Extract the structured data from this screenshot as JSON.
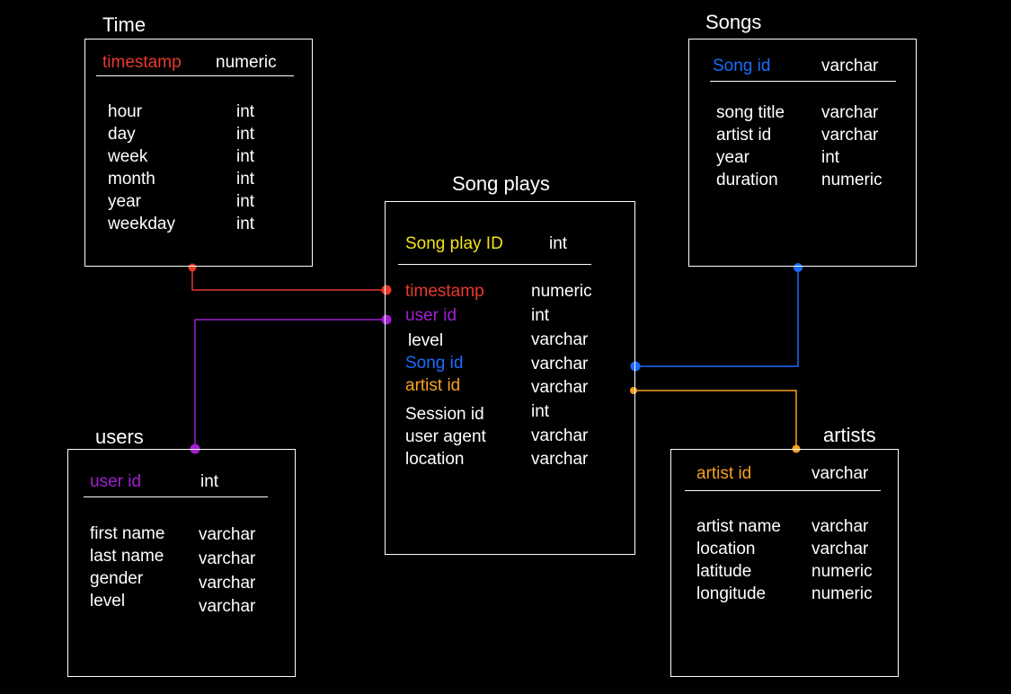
{
  "colors": {
    "background": "#000000",
    "text": "#ffffff",
    "timestamp": "#e8392c",
    "user": "#a020d0",
    "song": "#1a6bff",
    "artist": "#f5a01f",
    "songplay": "#f4e21a"
  },
  "tables": {
    "time": {
      "title": "Time",
      "key": {
        "name": "timestamp",
        "type": "numeric"
      },
      "fields": [
        {
          "name": "hour",
          "type": "int"
        },
        {
          "name": "day",
          "type": "int"
        },
        {
          "name": "week",
          "type": "int"
        },
        {
          "name": "month",
          "type": "int"
        },
        {
          "name": "year",
          "type": "int"
        },
        {
          "name": "weekday",
          "type": "int"
        }
      ]
    },
    "songs": {
      "title": "Songs",
      "key": {
        "name": "Song id",
        "type": "varchar"
      },
      "fields": [
        {
          "name": "song title",
          "type": "varchar"
        },
        {
          "name": "artist id",
          "type": "varchar"
        },
        {
          "name": "year",
          "type": "int"
        },
        {
          "name": "duration",
          "type": "numeric"
        }
      ]
    },
    "songplays": {
      "title": "Song plays",
      "key": {
        "name": "Song play ID",
        "type": "int"
      },
      "fields": [
        {
          "name": "timestamp",
          "type": "numeric"
        },
        {
          "name": "user id",
          "type": "int"
        },
        {
          "name": "level",
          "type": "varchar"
        },
        {
          "name": "Song id",
          "type": "varchar"
        },
        {
          "name": "artist id",
          "type": "varchar"
        },
        {
          "name": "Session id",
          "type": "int"
        },
        {
          "name": "user agent",
          "type": "varchar"
        },
        {
          "name": "location",
          "type": "varchar"
        }
      ]
    },
    "users": {
      "title": "users",
      "key": {
        "name": "user id",
        "type": "int"
      },
      "fields": [
        {
          "name": "first name",
          "type": "varchar"
        },
        {
          "name": "last name",
          "type": "varchar"
        },
        {
          "name": "gender",
          "type": "varchar"
        },
        {
          "name": "level",
          "type": "varchar"
        }
      ]
    },
    "artists": {
      "title": "artists",
      "key": {
        "name": "artist id",
        "type": "varchar"
      },
      "fields": [
        {
          "name": "artist name",
          "type": "varchar"
        },
        {
          "name": "location",
          "type": "varchar"
        },
        {
          "name": "latitude",
          "type": "numeric"
        },
        {
          "name": "longitude",
          "type": "numeric"
        }
      ]
    }
  }
}
